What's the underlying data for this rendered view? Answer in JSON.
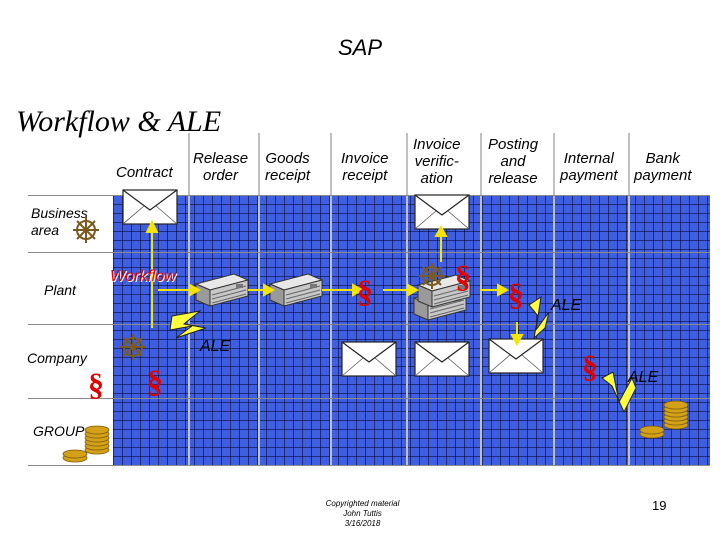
{
  "header": {
    "top_title": "SAP",
    "main_title": "Workflow & ALE"
  },
  "columns": [
    {
      "id": "contract",
      "lines": [
        "Contract"
      ]
    },
    {
      "id": "release_order",
      "lines": [
        "Release",
        "order"
      ]
    },
    {
      "id": "goods_receipt",
      "lines": [
        "Goods",
        "receipt"
      ]
    },
    {
      "id": "invoice_receipt",
      "lines": [
        "Invoice",
        "receipt"
      ]
    },
    {
      "id": "invoice_verification",
      "lines": [
        "Invoice",
        "verific-",
        "ation"
      ]
    },
    {
      "id": "posting_release",
      "lines": [
        "Posting",
        "and",
        "release"
      ]
    },
    {
      "id": "internal_payment",
      "lines": [
        "Internal",
        "payment"
      ]
    },
    {
      "id": "bank_payment",
      "lines": [
        "Bank",
        "payment"
      ]
    }
  ],
  "rows": [
    {
      "id": "business_area",
      "lines": [
        "Business",
        "area"
      ]
    },
    {
      "id": "plant",
      "lines": [
        "Plant"
      ]
    },
    {
      "id": "company",
      "lines": [
        "Company"
      ]
    },
    {
      "id": "group",
      "lines": [
        "GROUP"
      ]
    }
  ],
  "labels": {
    "workflow": "Workflow",
    "ale": "ALE",
    "section": "§"
  },
  "footer": {
    "copyright": "Copyrighted material",
    "author": "John Tuttis",
    "date": "3/16/2018",
    "page": "19"
  },
  "colors": {
    "grid_fill": "#3f5fe0",
    "section_red": "#e00000",
    "arrow_yellow": "#f5e400",
    "lightning": "#ffff40"
  },
  "icons": [
    "envelope-icon",
    "ship-wheel-icon",
    "server-stack-icon",
    "coin-stack-icon",
    "lightning-icon"
  ]
}
